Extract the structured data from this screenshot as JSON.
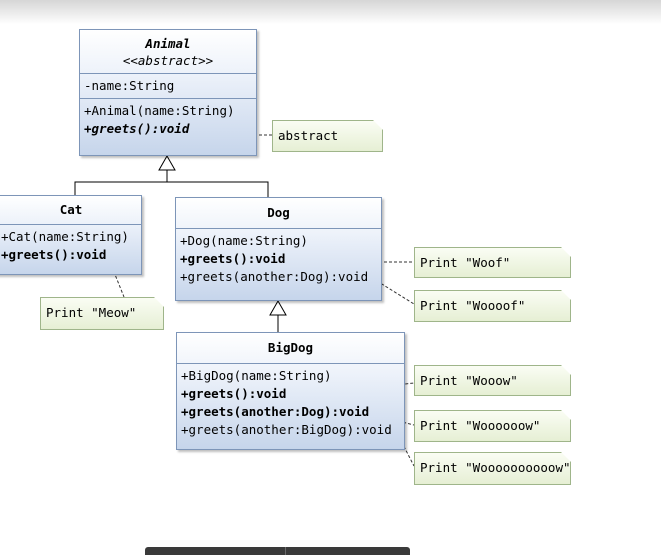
{
  "classes": {
    "animal": {
      "name": "Animal",
      "stereotype": "<<abstract>>",
      "attributes": [
        "-name:String"
      ],
      "operations": [
        "+Animal(name:String)",
        "+greets():void"
      ]
    },
    "cat": {
      "name": "Cat",
      "operations": [
        "+Cat(name:String)",
        "+greets():void"
      ]
    },
    "dog": {
      "name": "Dog",
      "operations": [
        "+Dog(name:String)",
        "+greets():void",
        "+greets(another:Dog):void"
      ]
    },
    "bigdog": {
      "name": "BigDog",
      "operations": [
        "+BigDog(name:String)",
        "+greets():void",
        "+greets(another:Dog):void",
        "+greets(another:BigDog):void"
      ]
    }
  },
  "notes": {
    "abstract": "abstract",
    "meow": "Print \"Meow\"",
    "woof": "Print \"Woof\"",
    "woooof": "Print \"Woooof\"",
    "wooow": "Print \"Wooow\"",
    "woooooow": "Print \"Woooooow\"",
    "woooooooooow": "Print \"Woooooooooow\""
  },
  "colors": {
    "class_border": "#7d95b8",
    "class_fill": "#c6d5eb",
    "note_border": "#9fb58a",
    "note_fill": "#e6efd4"
  }
}
